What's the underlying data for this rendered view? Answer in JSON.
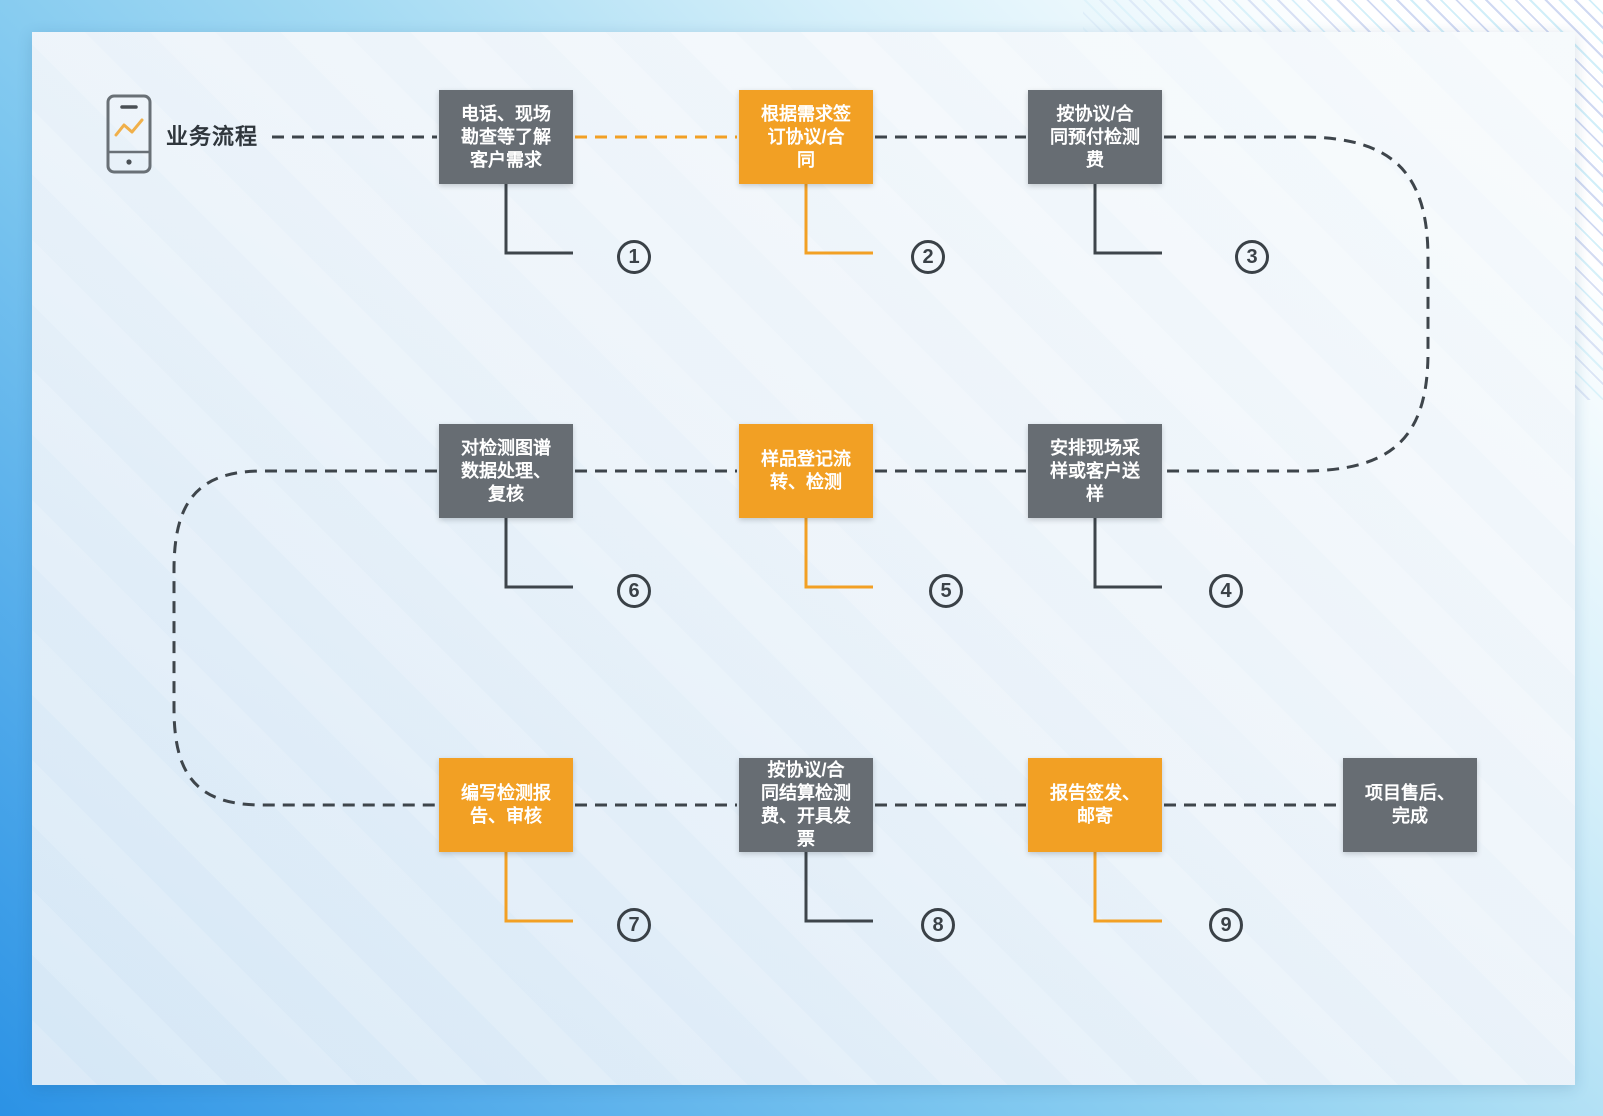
{
  "title": "业务流程",
  "colors": {
    "orange": "#f2a024",
    "gray": "#676d73",
    "line_dark": "#3e454b",
    "number_ink": "#3a4147",
    "frame_blue": "#2b92e5",
    "panel_light": "#f8fbfd",
    "panel_dark": "#d5e7f6"
  },
  "icon": {
    "name": "phone-chart-icon"
  },
  "steps": [
    {
      "number": "1",
      "label": "电话、现场\n勘查等了解\n客户需求",
      "color": "gray"
    },
    {
      "number": "2",
      "label": "根据需求签\n订协议/合\n同",
      "color": "orange"
    },
    {
      "number": "3",
      "label": "按协议/合\n同预付检测\n费",
      "color": "gray"
    },
    {
      "number": "4",
      "label": "安排现场采\n样或客户送\n样",
      "color": "gray"
    },
    {
      "number": "5",
      "label": "样品登记流\n转、检测",
      "color": "orange"
    },
    {
      "number": "6",
      "label": "对检测图谱\n数据处理、\n复核",
      "color": "gray"
    },
    {
      "number": "7",
      "label": "编写检测报\n告、审核",
      "color": "orange"
    },
    {
      "number": "8",
      "label": "按协议/合\n同结算检测\n费、开具发\n票",
      "color": "gray"
    },
    {
      "number": "9",
      "label": "报告签发、\n邮寄",
      "color": "orange"
    }
  ],
  "final_step": {
    "label": "项目售后、\n完成",
    "color": "gray"
  }
}
